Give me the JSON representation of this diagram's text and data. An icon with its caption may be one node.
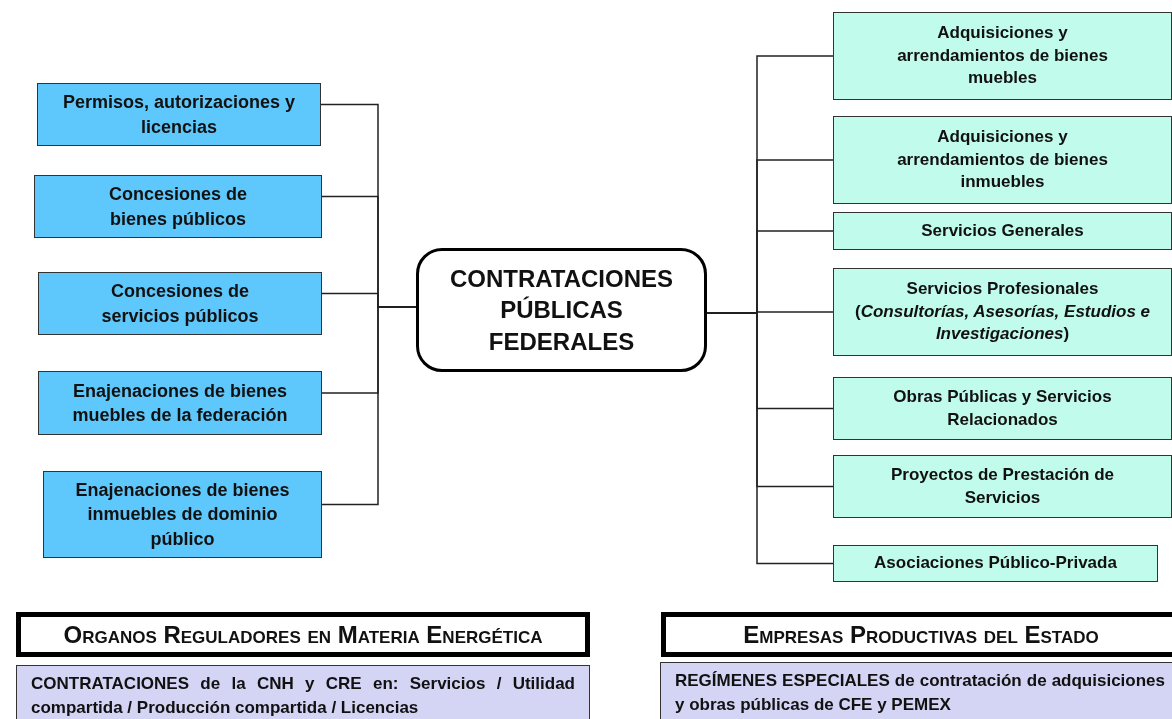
{
  "diagram": {
    "nodes": [
      {
        "text": [
          "CONTRATACIONES PÚBLICAS FEDERALES"
        ]
      },
      {
        "text": [
          "Permisos, autorizaciones y licencias"
        ]
      },
      {
        "text": [
          "Concesiones de bienes públicos"
        ]
      },
      {
        "text": [
          "Concesiones de servicios públicos"
        ]
      },
      {
        "text": [
          "Enajenaciones de bienes muebles de la federación"
        ]
      },
      {
        "text": [
          "Enajenaciones de bienes inmuebles de dominio público"
        ]
      },
      {
        "text": [
          "Adquisiciones y arrendamientos de bienes muebles"
        ]
      },
      {
        "text": [
          "Adquisiciones y arrendamientos de bienes inmuebles"
        ]
      },
      {
        "text": [
          "Servicios Generales"
        ]
      },
      {
        "text": [
          "Servicios Profesionales",
          "(*Consultorías, Asesorías, Estudios e Investigaciones*)"
        ]
      },
      {
        "text": [
          "Obras Públicas y Servicios Relacionados"
        ]
      },
      {
        "text": [
          "Proyectos de Prestación de Servicios"
        ]
      },
      {
        "text": [
          "Asociaciones Público-Privada"
        ]
      },
      {
        "text": [
          "Organos Reguladores en Materia Energética"
        ]
      },
      {
        "text": [
          "CONTRATACIONES de la CNH y CRE en:  Servicios / Utilidad compartida / Producción compartida / Licencias"
        ]
      },
      {
        "text": [
          "Empresas Productivas del Estado"
        ]
      },
      {
        "text": [
          "REGÍMENES ESPECIALES de contratación de adquisiciones y obras públicas de CFE y PEMEX"
        ]
      }
    ],
    "edges": [
      {
        "from": 0,
        "to": 1,
        "arrow": "none"
      },
      {
        "from": 0,
        "to": 2,
        "arrow": "none"
      },
      {
        "from": 0,
        "to": 3,
        "arrow": "none"
      },
      {
        "from": 0,
        "to": 4,
        "arrow": "none"
      },
      {
        "from": 0,
        "to": 5,
        "arrow": "none"
      },
      {
        "from": 0,
        "to": 6,
        "arrow": "none"
      },
      {
        "from": 0,
        "to": 7,
        "arrow": "none"
      },
      {
        "from": 0,
        "to": 8,
        "arrow": "none"
      },
      {
        "from": 0,
        "to": 9,
        "arrow": "none"
      },
      {
        "from": 0,
        "to": 10,
        "arrow": "none"
      },
      {
        "from": 0,
        "to": 11,
        "arrow": "none"
      },
      {
        "from": 0,
        "to": 12,
        "arrow": "none"
      }
    ]
  }
}
